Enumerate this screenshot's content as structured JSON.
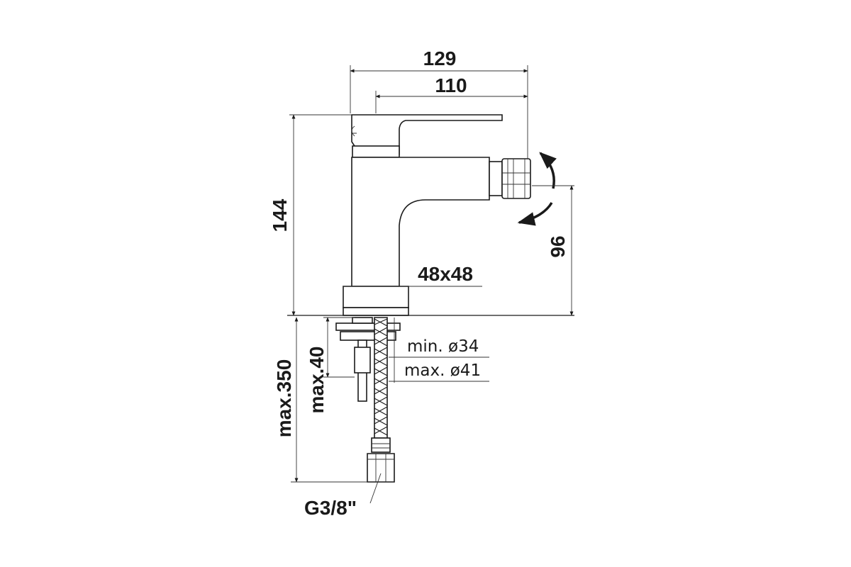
{
  "dimensions": {
    "overall_width": "129",
    "spout_width": "110",
    "overall_height": "144",
    "outlet_height": "96",
    "base_size": "48x48",
    "hole_min": "min. ø34",
    "hole_max": "max. ø41",
    "max_deck_thickness": "max.40",
    "max_hose_length": "max.350",
    "connection_thread": "G3/8\""
  },
  "colors": {
    "line": "#1a1a1a",
    "background": "#ffffff"
  }
}
